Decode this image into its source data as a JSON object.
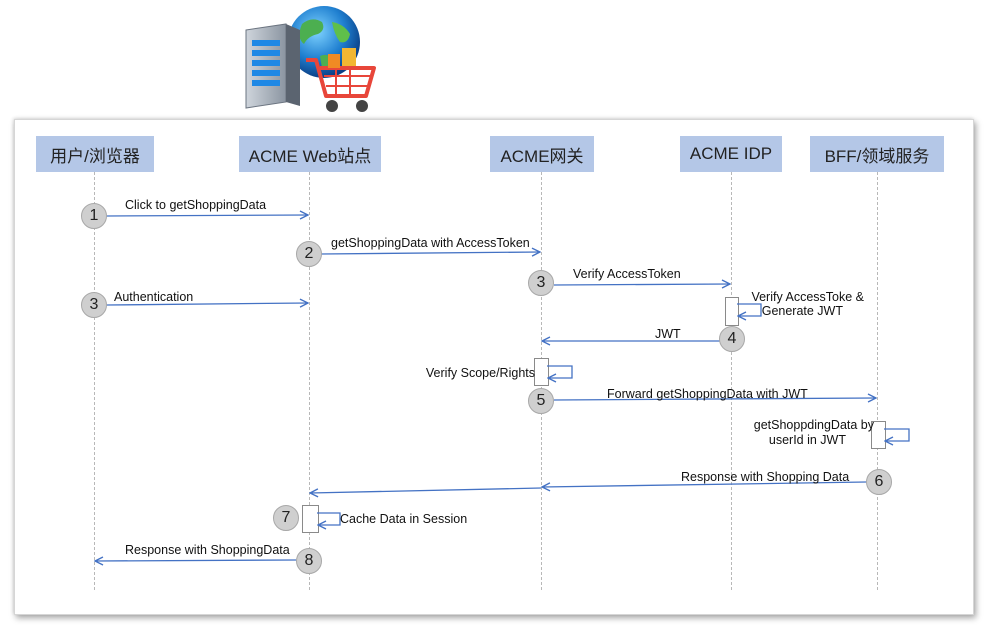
{
  "actors": [
    {
      "id": "user",
      "label": "用户/浏览器"
    },
    {
      "id": "web",
      "label": "ACME Web站点"
    },
    {
      "id": "gateway",
      "label": "ACME网关"
    },
    {
      "id": "idp",
      "label": "ACME IDP"
    },
    {
      "id": "bff",
      "label": "BFF/领域服务"
    }
  ],
  "messages": [
    {
      "step": "1",
      "label": "Click to getShoppingData",
      "from": "user",
      "to": "web"
    },
    {
      "step": "2",
      "label": "getShoppingData with AccessToken",
      "from": "web",
      "to": "gateway"
    },
    {
      "step": "3",
      "label": "Verify AccessToken",
      "from": "gateway",
      "to": "idp"
    },
    {
      "step": "3",
      "label": "Authentication",
      "from": "user",
      "to": "web"
    },
    {
      "step": "",
      "label_line1": "Verify AccessToke &",
      "label_line2": "Generate JWT",
      "from": "idp",
      "to": "idp"
    },
    {
      "step": "4",
      "label": "JWT",
      "from": "idp",
      "to": "gateway"
    },
    {
      "step": "",
      "label": "Verify Scope/Rights",
      "from": "gateway",
      "to": "gateway"
    },
    {
      "step": "5",
      "label": "Forward getShoppingData with JWT",
      "from": "gateway",
      "to": "bff"
    },
    {
      "step": "",
      "label_line1": "getShoppdingData by",
      "label_line2": "userId in JWT",
      "from": "bff",
      "to": "bff"
    },
    {
      "step": "6",
      "label": "Response with Shopping Data",
      "from": "bff",
      "to": "web"
    },
    {
      "step": "7",
      "label": "Cache Data in Session",
      "from": "web",
      "to": "web"
    },
    {
      "step": "8",
      "label": "Response with ShoppingData",
      "from": "web",
      "to": "user"
    }
  ],
  "colors": {
    "actor_fill": "#b4c7e7",
    "arrow": "#4472c4",
    "badge": "#cfcfcf"
  },
  "logo": {
    "icon": "server-globe-shopping-cart-icon"
  }
}
